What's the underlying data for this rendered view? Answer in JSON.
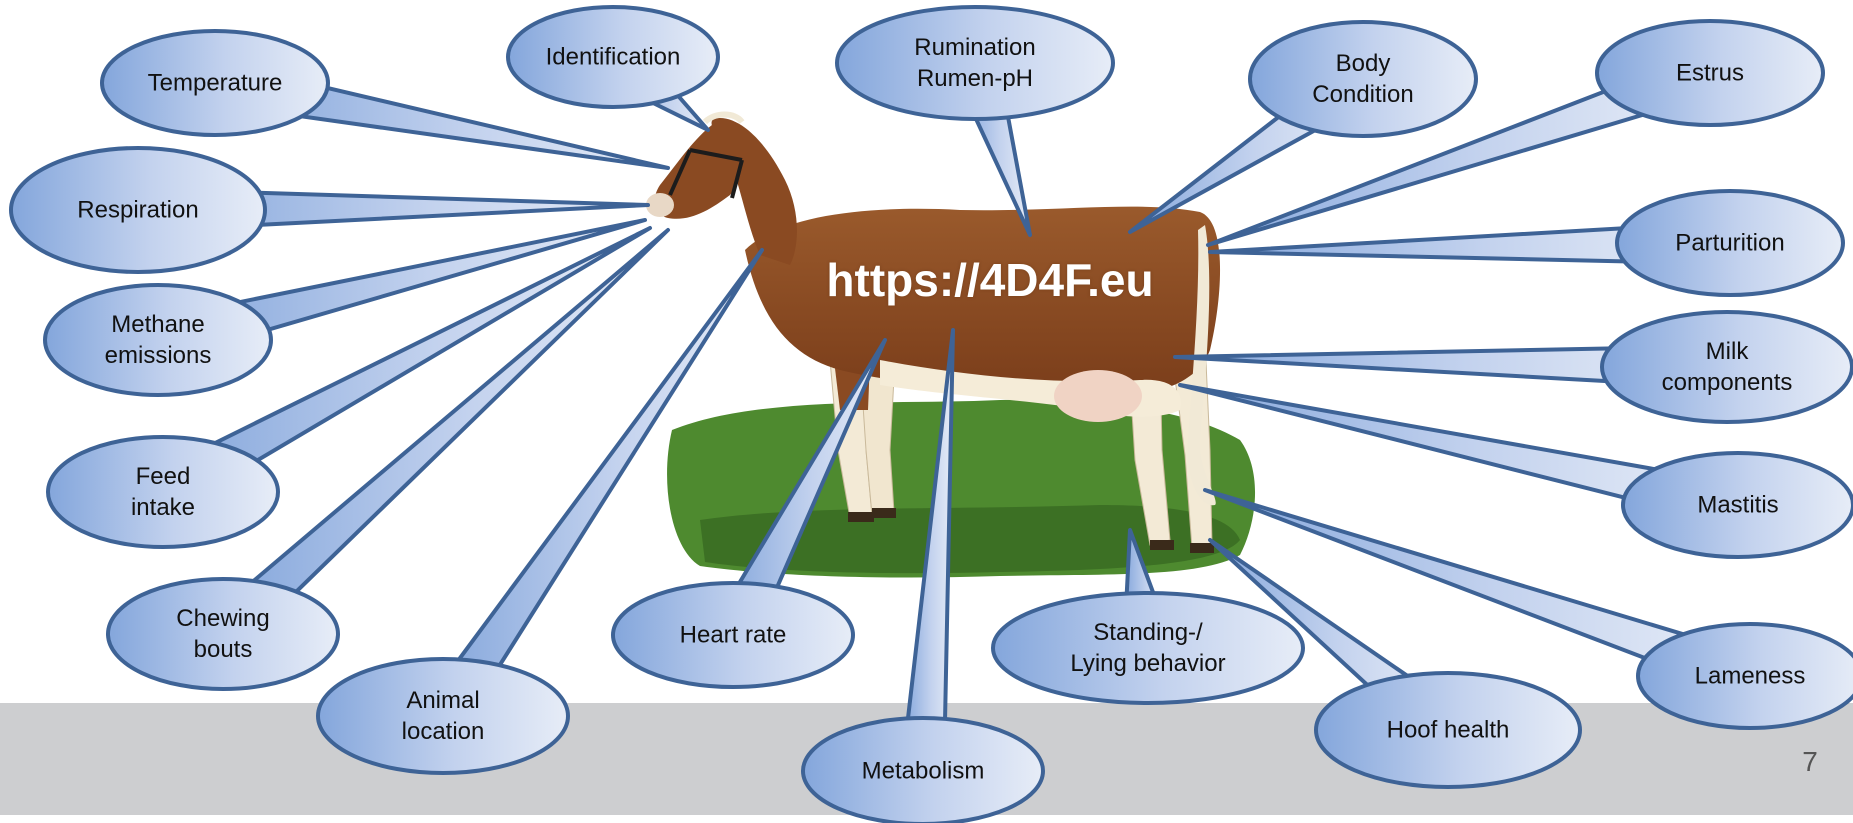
{
  "url_overlay": "https://4D4F.eu",
  "page_number": "7",
  "colors": {
    "bubble_edge": "#3e6396",
    "bubble_fill_dark": "#85a7dc",
    "bubble_fill_light": "#e6ecf7",
    "footer": "#cdced0",
    "cow_brown": "#8a4a22"
  },
  "bubbles": [
    {
      "id": "temperature",
      "lines": [
        "Temperature"
      ]
    },
    {
      "id": "identification",
      "lines": [
        "Identification"
      ]
    },
    {
      "id": "rumination",
      "lines": [
        "Rumination",
        "Rumen-pH"
      ]
    },
    {
      "id": "body-condition",
      "lines": [
        "Body",
        "Condition"
      ]
    },
    {
      "id": "estrus",
      "lines": [
        "Estrus"
      ]
    },
    {
      "id": "respiration",
      "lines": [
        "Respiration"
      ]
    },
    {
      "id": "parturition",
      "lines": [
        "Parturition"
      ]
    },
    {
      "id": "methane",
      "lines": [
        "Methane",
        "emissions"
      ]
    },
    {
      "id": "milk-components",
      "lines": [
        "Milk",
        "components"
      ]
    },
    {
      "id": "feed-intake",
      "lines": [
        "Feed",
        "intake"
      ]
    },
    {
      "id": "mastitis",
      "lines": [
        "Mastitis"
      ]
    },
    {
      "id": "chewing-bouts",
      "lines": [
        "Chewing",
        "bouts"
      ]
    },
    {
      "id": "heart-rate",
      "lines": [
        "Heart rate"
      ]
    },
    {
      "id": "standing-lying",
      "lines": [
        "Standing-/",
        "Lying behavior"
      ]
    },
    {
      "id": "lameness",
      "lines": [
        "Lameness"
      ]
    },
    {
      "id": "animal-location",
      "lines": [
        "Animal",
        "location"
      ]
    },
    {
      "id": "hoof-health",
      "lines": [
        "Hoof health"
      ]
    },
    {
      "id": "metabolism",
      "lines": [
        "Metabolism"
      ]
    }
  ]
}
